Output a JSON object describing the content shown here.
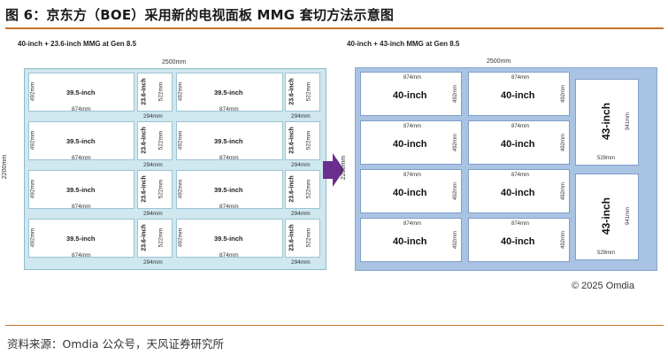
{
  "figure": {
    "title": "图 6：京东方（BOE）采用新的电视面板 MMG 套切方法示意图",
    "source": "资料来源：Omdia 公众号，天风证券研究所",
    "copyright": "© 2025 Omdia"
  },
  "left_panel": {
    "title": "40-inch + 23.6-inch MMG at Gen 8.5",
    "width_label": "2500mm",
    "height_label": "2200mm",
    "big_label": "39.5-inch",
    "big_width": "874mm",
    "big_height": "492mm",
    "small_label": "23.6-inch",
    "small_width": "294mm",
    "small_height": "522mm"
  },
  "right_panel": {
    "title": "40-inch + 43-inch MMG at Gen 8.5",
    "width_label": "2500mm",
    "height_label": "2200mm",
    "big_label": "40-inch",
    "big_width": "874mm",
    "big_height": "492mm",
    "side_label": "43-inch",
    "side_width": "529mm",
    "side_height": "941mm"
  },
  "colors": {
    "left_board": "#cfe7ee",
    "right_board": "#a9c3e2",
    "arrow": "#6a2e8e",
    "rule": "#c8742a"
  }
}
